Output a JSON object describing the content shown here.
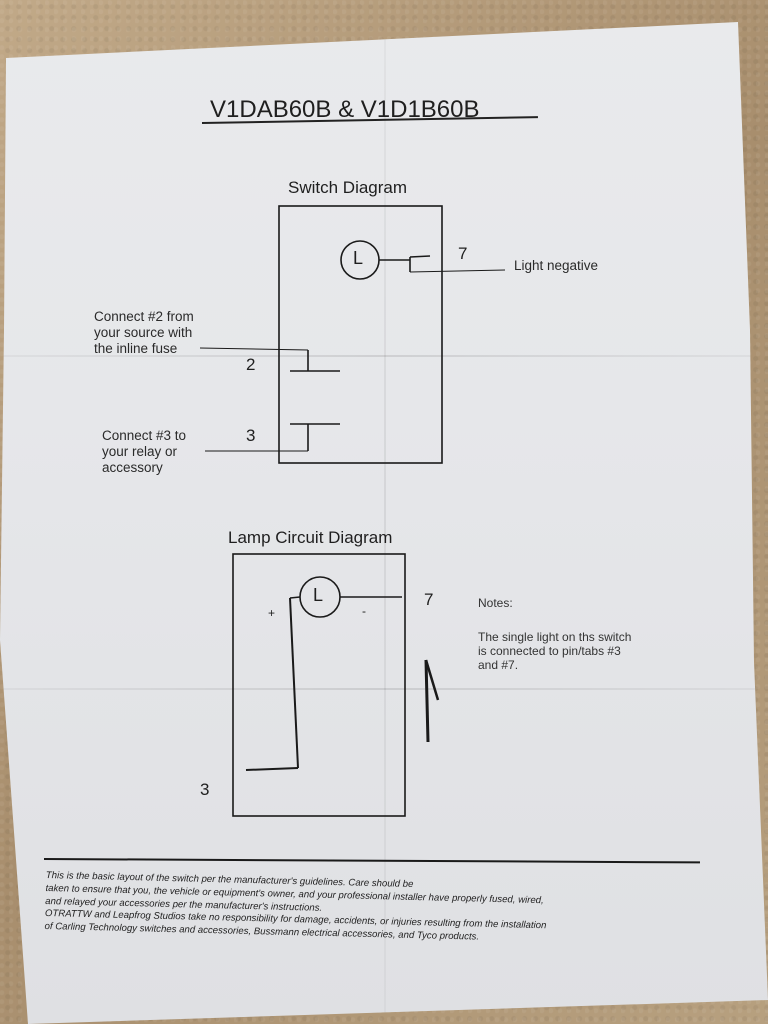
{
  "title": "V1DAB60B & V1D1B60B",
  "switch_diagram": {
    "heading": "Switch Diagram",
    "lamp_label": "L",
    "pin_7": "7",
    "light_negative": "Light negative",
    "pin_2": "2",
    "pin_3": "3",
    "connect_2_lines": [
      "Connect #2 from",
      "your source with",
      "the inline fuse"
    ],
    "connect_3_lines": [
      "Connect #3 to",
      "your relay or",
      "accessory"
    ]
  },
  "lamp_circuit": {
    "heading": "Lamp Circuit Diagram",
    "lamp_label": "L",
    "plus": "+",
    "minus": "-",
    "pin_7": "7",
    "pin_3": "3"
  },
  "notes": {
    "heading": "Notes:",
    "lines": [
      "The single light on ths switch",
      "is connected to pin/tabs #3",
      "and #7."
    ]
  },
  "footer": {
    "lines": [
      "This is the basic layout of the switch per the manufacturer's guidelines.  Care should be",
      "taken to ensure that you, the vehicle or equipment's owner, and your professional installer have properly fused, wired,",
      "and relayed your accessories per the manufacturer's instructions.",
      "OTRATTW and Leapfrog Studios take no responsibility for damage, accidents, or injuries resulting from the installation",
      "of Carling Technology switches and accessories, Bussmann electrical accessories, and Tyco products."
    ]
  }
}
